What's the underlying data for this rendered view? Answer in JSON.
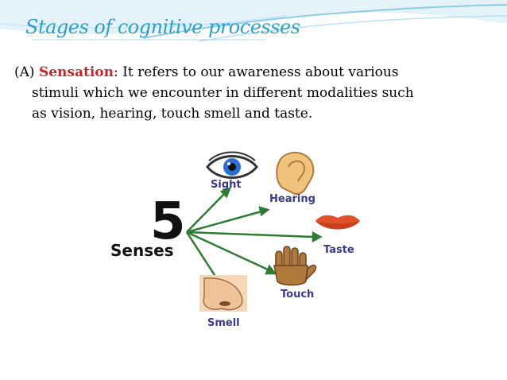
{
  "slide": {
    "title": "Stages of cognitive processes",
    "body": {
      "prefix": "(A) ",
      "term": "Sensation",
      "line1_rest": ": It refers to our awareness about various",
      "line2": "stimuli which we encounter in different modalities such",
      "line3": "as vision, hearing, touch  smell and taste."
    },
    "figure": {
      "number": "5",
      "caption": "Senses",
      "labels": {
        "sight": "Sight",
        "hearing": "Hearing",
        "taste": "Taste",
        "touch": "Touch",
        "smell": "Smell"
      }
    }
  },
  "colors": {
    "title": "#2f9ec8",
    "term": "#c0282c",
    "arrow": "#2e7d32",
    "label": "#3a3a8c"
  }
}
